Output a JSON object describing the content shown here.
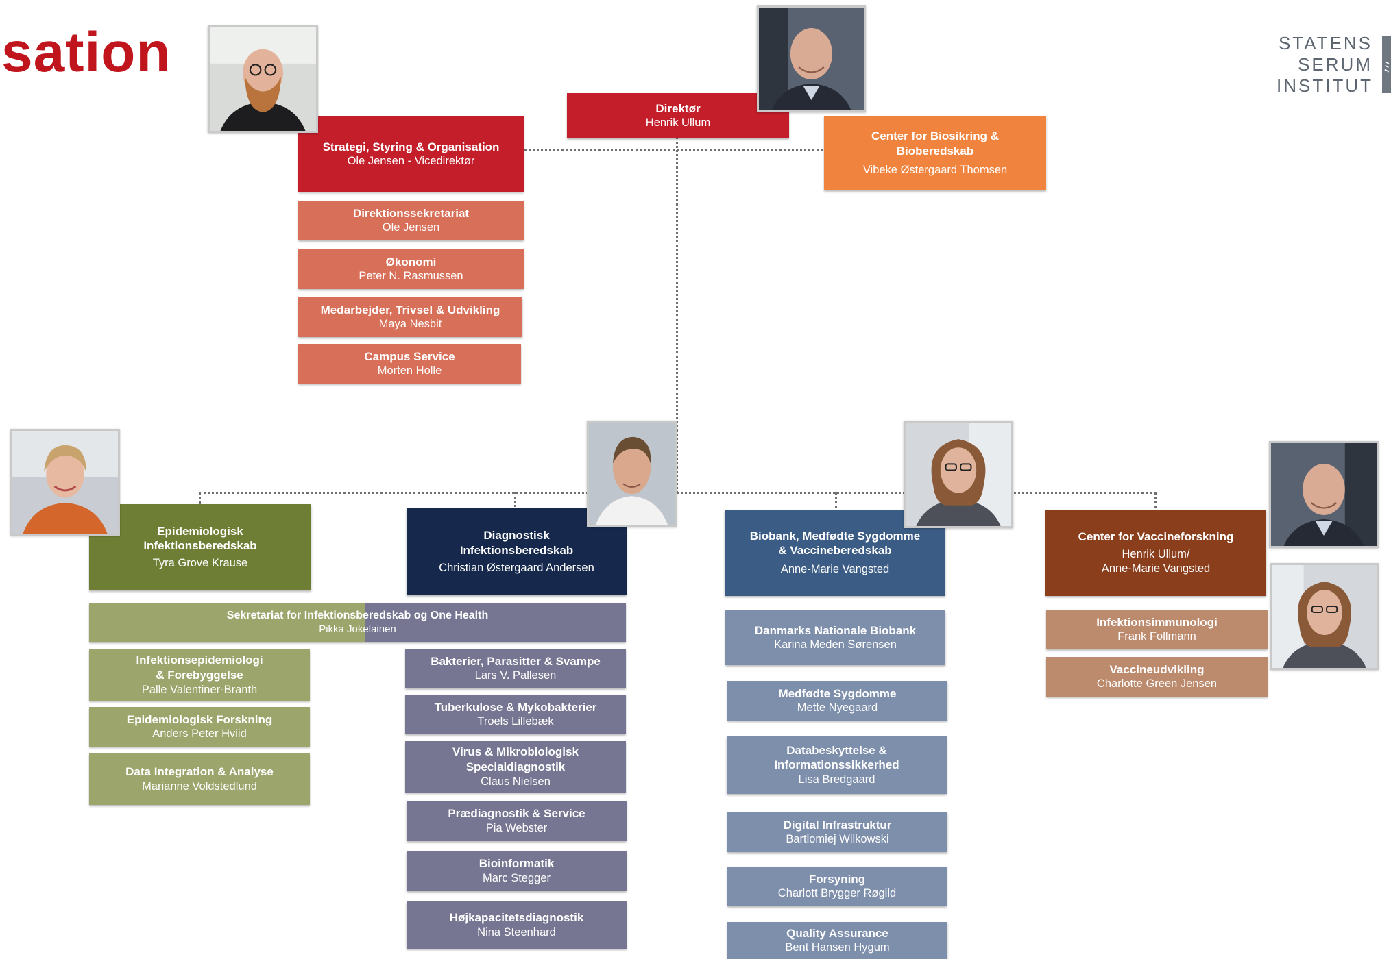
{
  "page": {
    "title_fragment": "sation"
  },
  "logo": {
    "line1": "STATENS",
    "line2": "SERUM",
    "line3": "INSTITUT"
  },
  "colors": {
    "red": "#c41e2a",
    "salmon": "#d86f58",
    "orange": "#f0843f",
    "green": "#6e7f35",
    "green_light": "#9ba56c",
    "navy": "#16294d",
    "slate": "#767693",
    "blue": "#3b5d85",
    "blue_light": "#7e8fac",
    "brown": "#8a3e1c",
    "brown_light": "#bc8a6d"
  },
  "top": {
    "director": {
      "title": "Direktør",
      "name": "Henrik Ullum"
    },
    "strategy": {
      "title": "Strategi, Styring & Organisation",
      "name": "Ole Jensen - Vicedirektør"
    },
    "biosecurity": {
      "title1": "Center for Biosikring &",
      "title2": "Bioberedskab",
      "name": "Vibeke Østergaard Thomsen"
    },
    "staff_units": [
      {
        "title": "Direktionssekretariat",
        "name": "Ole Jensen"
      },
      {
        "title": "Økonomi",
        "name": "Peter N. Rasmussen"
      },
      {
        "title": "Medarbejder, Trivsel & Udvikling",
        "name": "Maya Nesbit"
      },
      {
        "title": "Campus Service",
        "name": "Morten Holle"
      }
    ]
  },
  "divisions": {
    "epi": {
      "title1": "Epidemiologisk",
      "title2": "Infektionsberedskab",
      "name": "Tyra Grove Krause",
      "units": [
        {
          "title1": "Infektionsepidemiologi",
          "title2": "& Forebyggelse",
          "name": "Palle Valentiner-Branth"
        },
        {
          "title1": "Epidemiologisk Forskning",
          "name": "Anders Peter Hviid"
        },
        {
          "title1": "Data Integration & Analyse",
          "name": "Marianne Voldstedlund"
        }
      ]
    },
    "shared_secretariat": {
      "title": "Sekretariat for Infektionsberedskab og One Health",
      "name": "Pikka Jokelainen"
    },
    "diag": {
      "title1": "Diagnostisk",
      "title2": "Infektionsberedskab",
      "name": "Christian Østergaard Andersen",
      "units": [
        {
          "title1": "Bakterier, Parasitter & Svampe",
          "name": "Lars V. Pallesen"
        },
        {
          "title1": "Tuberkulose & Mykobakterier",
          "name": "Troels Lillebæk"
        },
        {
          "title1": "Virus & Mikrobiologisk",
          "title2": "Specialdiagnostik",
          "name": "Claus Nielsen"
        },
        {
          "title1": "Prædiagnostik & Service",
          "name": "Pia Webster"
        },
        {
          "title1": "Bioinformatik",
          "name": "Marc Stegger"
        },
        {
          "title1": "Højkapacitetsdiagnostik",
          "name": "Nina Steenhard"
        }
      ]
    },
    "bio": {
      "title1": "Biobank, Medfødte Sygdomme",
      "title2": "& Vaccineberedskab",
      "name": "Anne-Marie Vangsted",
      "units": [
        {
          "title1": "Danmarks Nationale Biobank",
          "name": "Karina Meden Sørensen"
        },
        {
          "title1": "Medfødte Sygdomme",
          "name": "Mette Nyegaard"
        },
        {
          "title1": "Databeskyttelse &",
          "title2": "Informationssikkerhed",
          "name": "Lisa Bredgaard"
        },
        {
          "title1": "Digital Infrastruktur",
          "name": "Bartlomiej Wilkowski"
        },
        {
          "title1": "Forsyning",
          "name": "Charlott Brygger Røgild"
        },
        {
          "title1": "Quality Assurance",
          "name": "Bent Hansen Hygum"
        }
      ]
    },
    "vacc": {
      "title1": "Center for Vaccineforskning",
      "name1": "Henrik Ullum/",
      "name2": "Anne-Marie Vangsted",
      "units": [
        {
          "title1": "Infektionsimmunologi",
          "name": "Frank Follmann"
        },
        {
          "title1": "Vaccineudvikling",
          "name": "Charlotte Green Jensen"
        }
      ]
    }
  },
  "photos": [
    {
      "icon": "portrait-bearded-man"
    },
    {
      "icon": "portrait-bald-man"
    },
    {
      "icon": "portrait-woman-short-hair"
    },
    {
      "icon": "portrait-man-short-hair"
    },
    {
      "icon": "portrait-woman-curly-hair"
    },
    {
      "icon": "portrait-bald-man"
    },
    {
      "icon": "portrait-woman-curly-hair"
    }
  ]
}
